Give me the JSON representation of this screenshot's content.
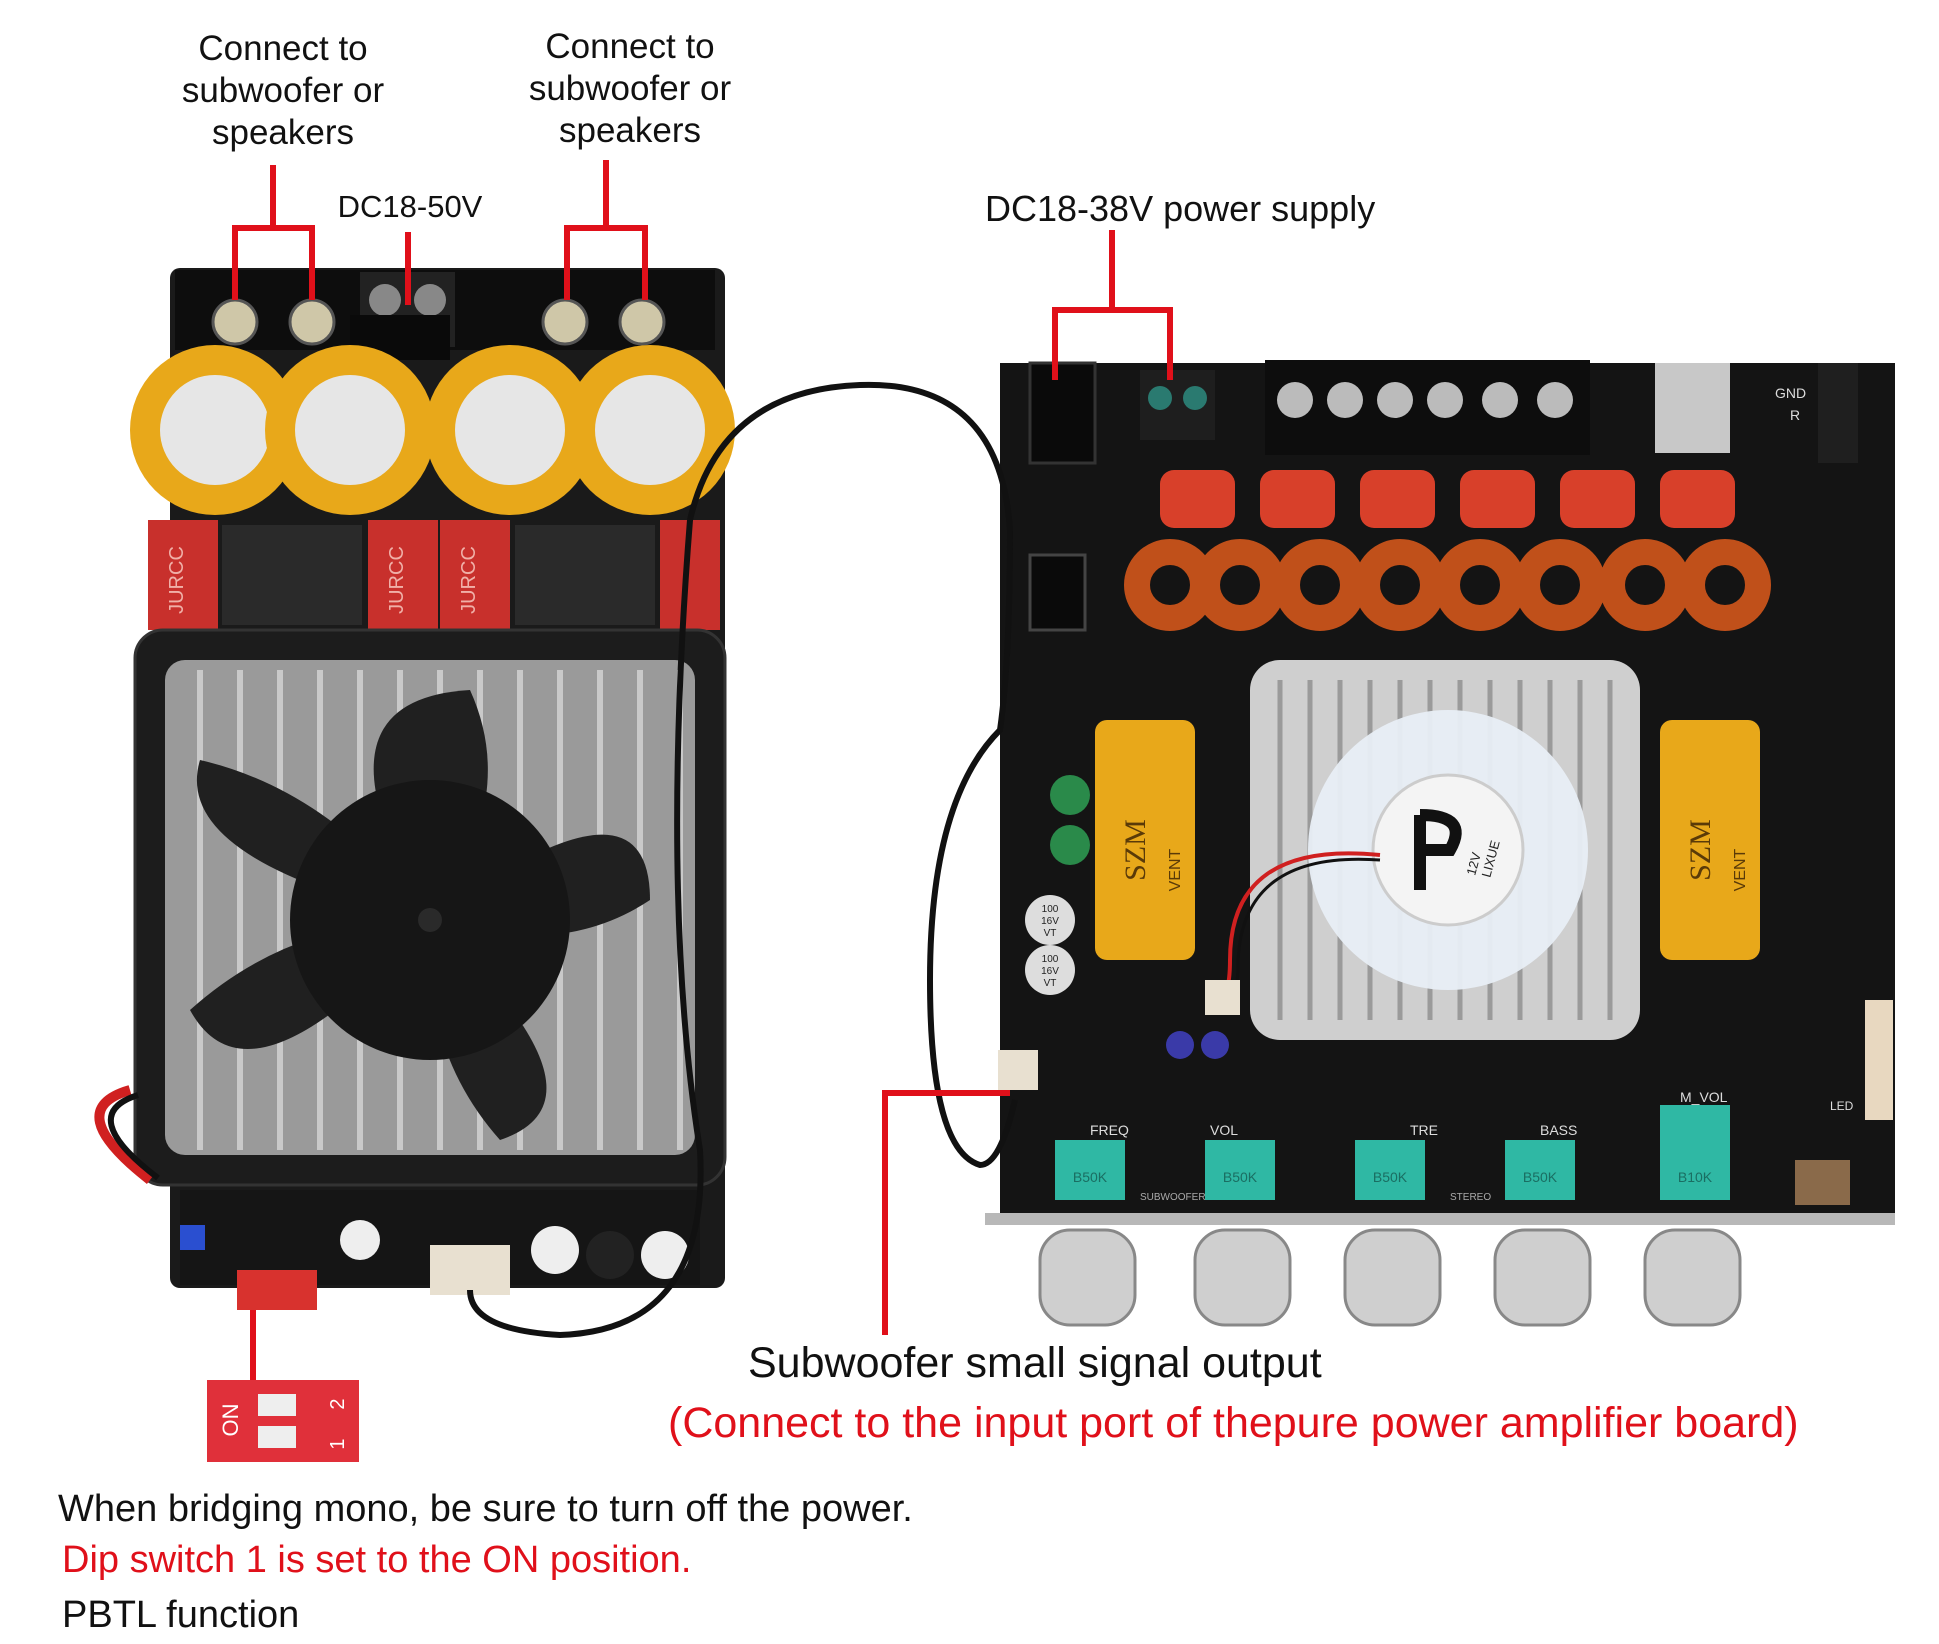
{
  "labels": {
    "left_speaker_a": "Connect to subwoofer or speakers",
    "left_speaker_b": "Connect to subwoofer or speakers",
    "left_dc": "DC18-50V",
    "right_dc": "DC18-38V power supply",
    "sub_output": "Subwoofer small signal output",
    "sub_output_note": "(Connect to the input port of thepure power amplifier board)",
    "note_1": "When bridging mono, be sure to turn off the power.",
    "note_2": "Dip switch 1 is set to the ON position.",
    "note_3": "PBTL function"
  },
  "board_text": {
    "jurcc": "JURCC",
    "szm": "SZM",
    "vent": "VENT",
    "knob_labels": [
      "FREQ",
      "VOL",
      "TRE",
      "BASS",
      "M_VOL"
    ],
    "pot_values": [
      "B50K",
      "B50K",
      "B50K",
      "B50K",
      "B10K"
    ],
    "subwoofer_tag": "SUBWOOFER",
    "stereo_tag": "STEREO",
    "fan_brand": "LIXUE",
    "fan_voltage": "12V",
    "cap_text": [
      "100",
      "16V",
      "VT"
    ],
    "gnd": "GND",
    "r": "R",
    "led": "LED",
    "dip_on": "ON",
    "dip_1": "1",
    "dip_2": "2"
  },
  "colors": {
    "leader_line": "#e0101a",
    "pcb": "#141414",
    "capacitor": "#e8a81a",
    "relay": "#d8402a",
    "copper": "#c0501a",
    "pot": "#2fb8a4"
  }
}
